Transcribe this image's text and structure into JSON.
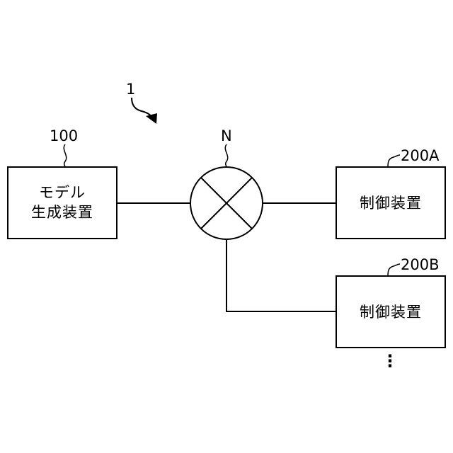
{
  "figure": {
    "system_ref": "1",
    "network_ref": "N",
    "ellipsis": "⋮"
  },
  "model_generation_device": {
    "ref": "100",
    "label_line1": "モデル",
    "label_line2": "生成装置"
  },
  "control_device_a": {
    "ref": "200A",
    "label": "制御装置"
  },
  "control_device_b": {
    "ref": "200B",
    "label": "制御装置"
  }
}
